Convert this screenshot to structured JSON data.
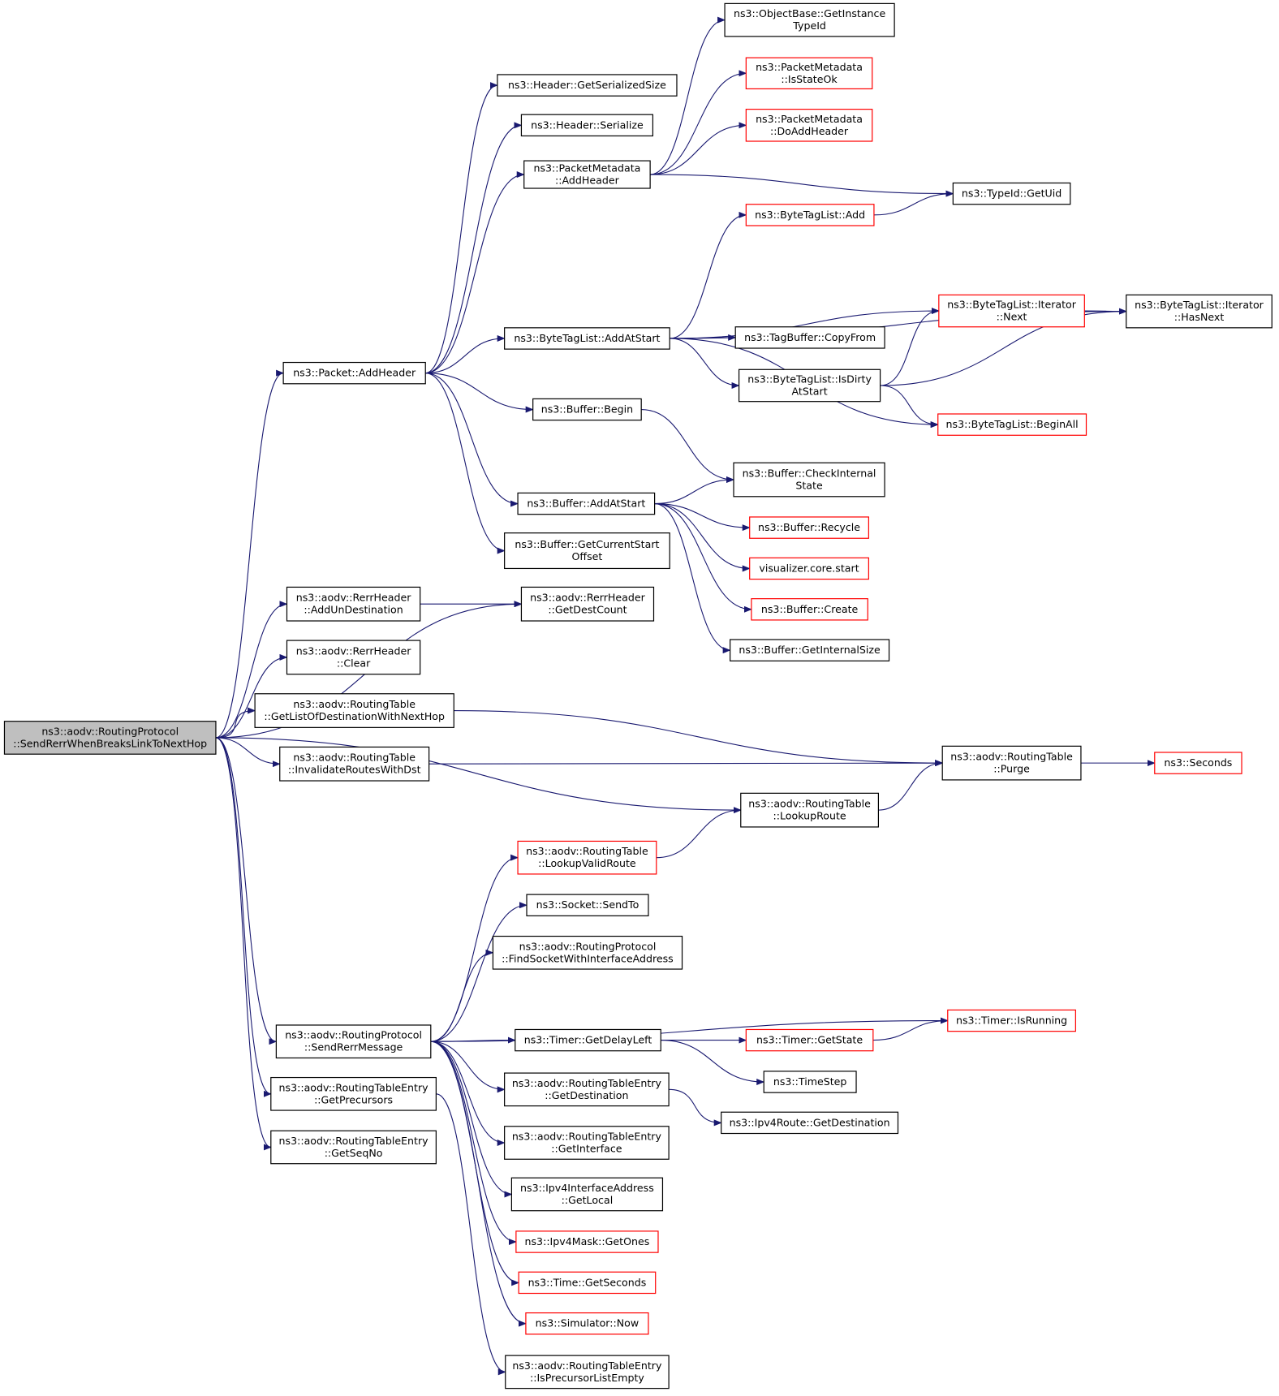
{
  "colors": {
    "edge": "#191970",
    "root_fill": "#bfbfbf",
    "node_border": "#000000",
    "truncated_border": "#ff0000",
    "node_fill": "#ffffff"
  },
  "nodes": [
    {
      "id": "root",
      "lines": [
        "ns3::aodv::RoutingProtocol",
        "::SendRerrWhenBreaksLinkToNextHop"
      ],
      "style": "root"
    },
    {
      "id": "packet_addheader",
      "lines": [
        "ns3::Packet::AddHeader"
      ],
      "style": "normal"
    },
    {
      "id": "header_getserializedsize",
      "lines": [
        "ns3::Header::GetSerializedSize"
      ],
      "style": "normal"
    },
    {
      "id": "header_serialize",
      "lines": [
        "ns3::Header::Serialize"
      ],
      "style": "normal"
    },
    {
      "id": "pm_addheader",
      "lines": [
        "ns3::PacketMetadata",
        "::AddHeader"
      ],
      "style": "normal"
    },
    {
      "id": "objectbase_getinstancetypeid",
      "lines": [
        "ns3::ObjectBase::GetInstance",
        "TypeId"
      ],
      "style": "normal"
    },
    {
      "id": "pm_isstateok",
      "lines": [
        "ns3::PacketMetadata",
        "::IsStateOk"
      ],
      "style": "truncated"
    },
    {
      "id": "pm_doaddheader",
      "lines": [
        "ns3::PacketMetadata",
        "::DoAddHeader"
      ],
      "style": "truncated"
    },
    {
      "id": "typeid_getuid",
      "lines": [
        "ns3::TypeId::GetUid"
      ],
      "style": "normal"
    },
    {
      "id": "btl_add",
      "lines": [
        "ns3::ByteTagList::Add"
      ],
      "style": "truncated"
    },
    {
      "id": "btl_addatstart",
      "lines": [
        "ns3::ByteTagList::AddAtStart"
      ],
      "style": "normal"
    },
    {
      "id": "btl_iter_next",
      "lines": [
        "ns3::ByteTagList::Iterator",
        "::Next"
      ],
      "style": "truncated"
    },
    {
      "id": "btl_iter_hasnext",
      "lines": [
        "ns3::ByteTagList::Iterator",
        "::HasNext"
      ],
      "style": "normal"
    },
    {
      "id": "tagbuffer_copyfrom",
      "lines": [
        "ns3::TagBuffer::CopyFrom"
      ],
      "style": "normal"
    },
    {
      "id": "btl_isdirtyatstart",
      "lines": [
        "ns3::ByteTagList::IsDirty",
        "AtStart"
      ],
      "style": "normal"
    },
    {
      "id": "btl_beginall",
      "lines": [
        "ns3::ByteTagList::BeginAll"
      ],
      "style": "truncated"
    },
    {
      "id": "buffer_begin",
      "lines": [
        "ns3::Buffer::Begin"
      ],
      "style": "normal"
    },
    {
      "id": "buffer_checkinternalstate",
      "lines": [
        "ns3::Buffer::CheckInternal",
        "State"
      ],
      "style": "normal"
    },
    {
      "id": "buffer_addatstart",
      "lines": [
        "ns3::Buffer::AddAtStart"
      ],
      "style": "normal"
    },
    {
      "id": "buffer_recycle",
      "lines": [
        "ns3::Buffer::Recycle"
      ],
      "style": "truncated"
    },
    {
      "id": "visualizer_core_start",
      "lines": [
        "visualizer.core.start"
      ],
      "style": "truncated"
    },
    {
      "id": "buffer_create",
      "lines": [
        "ns3::Buffer::Create"
      ],
      "style": "truncated"
    },
    {
      "id": "buffer_getinternalsize",
      "lines": [
        "ns3::Buffer::GetInternalSize"
      ],
      "style": "normal"
    },
    {
      "id": "buffer_getcurrentstartoffset",
      "lines": [
        "ns3::Buffer::GetCurrentStart",
        "Offset"
      ],
      "style": "normal"
    },
    {
      "id": "rerr_addundestination",
      "lines": [
        "ns3::aodv::RerrHeader",
        "::AddUnDestination"
      ],
      "style": "normal"
    },
    {
      "id": "rerr_getdestcount",
      "lines": [
        "ns3::aodv::RerrHeader",
        "::GetDestCount"
      ],
      "style": "normal"
    },
    {
      "id": "rerr_clear",
      "lines": [
        "ns3::aodv::RerrHeader",
        "::Clear"
      ],
      "style": "normal"
    },
    {
      "id": "rt_getlistofdest",
      "lines": [
        "ns3::aodv::RoutingTable",
        "::GetListOfDestinationWithNextHop"
      ],
      "style": "normal"
    },
    {
      "id": "rt_invalidateroutes",
      "lines": [
        "ns3::aodv::RoutingTable",
        "::InvalidateRoutesWithDst"
      ],
      "style": "normal"
    },
    {
      "id": "rt_purge",
      "lines": [
        "ns3::aodv::RoutingTable",
        "::Purge"
      ],
      "style": "normal"
    },
    {
      "id": "seconds",
      "lines": [
        "ns3::Seconds"
      ],
      "style": "truncated"
    },
    {
      "id": "rt_lookuproute",
      "lines": [
        "ns3::aodv::RoutingTable",
        "::LookupRoute"
      ],
      "style": "normal"
    },
    {
      "id": "rt_lookupvalidroute",
      "lines": [
        "ns3::aodv::RoutingTable",
        "::LookupValidRoute"
      ],
      "style": "truncated"
    },
    {
      "id": "socket_sendto",
      "lines": [
        "ns3::Socket::SendTo"
      ],
      "style": "normal"
    },
    {
      "id": "rp_findsocket",
      "lines": [
        "ns3::aodv::RoutingProtocol",
        "::FindSocketWithInterfaceAddress"
      ],
      "style": "normal"
    },
    {
      "id": "timer_isrunning",
      "lines": [
        "ns3::Timer::IsRunning"
      ],
      "style": "truncated"
    },
    {
      "id": "rp_sendrerrmessage",
      "lines": [
        "ns3::aodv::RoutingProtocol",
        "::SendRerrMessage"
      ],
      "style": "normal"
    },
    {
      "id": "timer_getdelayleft",
      "lines": [
        "ns3::Timer::GetDelayLeft"
      ],
      "style": "normal"
    },
    {
      "id": "timer_getstate",
      "lines": [
        "ns3::Timer::GetState"
      ],
      "style": "truncated"
    },
    {
      "id": "timestep",
      "lines": [
        "ns3::TimeStep"
      ],
      "style": "normal"
    },
    {
      "id": "rte_getdestination",
      "lines": [
        "ns3::aodv::RoutingTableEntry",
        "::GetDestination"
      ],
      "style": "normal"
    },
    {
      "id": "ipv4route_getdestination",
      "lines": [
        "ns3::Ipv4Route::GetDestination"
      ],
      "style": "normal"
    },
    {
      "id": "rte_getprecursors",
      "lines": [
        "ns3::aodv::RoutingTableEntry",
        "::GetPrecursors"
      ],
      "style": "normal"
    },
    {
      "id": "rte_getinterface",
      "lines": [
        "ns3::aodv::RoutingTableEntry",
        "::GetInterface"
      ],
      "style": "normal"
    },
    {
      "id": "rte_getseqno",
      "lines": [
        "ns3::aodv::RoutingTableEntry",
        "::GetSeqNo"
      ],
      "style": "normal"
    },
    {
      "id": "ipv4ifaddr_getlocal",
      "lines": [
        "ns3::Ipv4InterfaceAddress",
        "::GetLocal"
      ],
      "style": "normal"
    },
    {
      "id": "ipv4mask_getones",
      "lines": [
        "ns3::Ipv4Mask::GetOnes"
      ],
      "style": "truncated"
    },
    {
      "id": "time_getseconds",
      "lines": [
        "ns3::Time::GetSeconds"
      ],
      "style": "truncated"
    },
    {
      "id": "simulator_now",
      "lines": [
        "ns3::Simulator::Now"
      ],
      "style": "truncated"
    },
    {
      "id": "rte_isprecursorlistempty",
      "lines": [
        "ns3::aodv::RoutingTableEntry",
        "::IsPrecursorListEmpty"
      ],
      "style": "normal"
    }
  ],
  "edges": [
    [
      "root",
      "packet_addheader"
    ],
    [
      "root",
      "rerr_getdestcount"
    ],
    [
      "root",
      "rerr_addundestination"
    ],
    [
      "root",
      "rerr_clear"
    ],
    [
      "root",
      "rt_getlistofdest"
    ],
    [
      "root",
      "rt_invalidateroutes"
    ],
    [
      "root",
      "rt_lookuproute"
    ],
    [
      "root",
      "rp_sendrerrmessage"
    ],
    [
      "root",
      "rte_getprecursors"
    ],
    [
      "root",
      "rte_getseqno"
    ],
    [
      "packet_addheader",
      "header_getserializedsize"
    ],
    [
      "packet_addheader",
      "header_serialize"
    ],
    [
      "packet_addheader",
      "pm_addheader"
    ],
    [
      "packet_addheader",
      "btl_addatstart"
    ],
    [
      "packet_addheader",
      "buffer_begin"
    ],
    [
      "packet_addheader",
      "buffer_addatstart"
    ],
    [
      "packet_addheader",
      "buffer_getcurrentstartoffset"
    ],
    [
      "pm_addheader",
      "objectbase_getinstancetypeid"
    ],
    [
      "pm_addheader",
      "pm_isstateok"
    ],
    [
      "pm_addheader",
      "pm_doaddheader"
    ],
    [
      "pm_addheader",
      "typeid_getuid"
    ],
    [
      "btl_add",
      "typeid_getuid"
    ],
    [
      "btl_addatstart",
      "btl_add"
    ],
    [
      "btl_addatstart",
      "btl_iter_hasnext"
    ],
    [
      "btl_addatstart",
      "btl_iter_next"
    ],
    [
      "btl_addatstart",
      "tagbuffer_copyfrom"
    ],
    [
      "btl_addatstart",
      "btl_isdirtyatstart"
    ],
    [
      "btl_addatstart",
      "btl_beginall"
    ],
    [
      "btl_iter_next",
      "btl_iter_hasnext"
    ],
    [
      "btl_isdirtyatstart",
      "btl_iter_next"
    ],
    [
      "btl_isdirtyatstart",
      "btl_iter_hasnext"
    ],
    [
      "btl_isdirtyatstart",
      "btl_beginall"
    ],
    [
      "buffer_begin",
      "buffer_checkinternalstate"
    ],
    [
      "buffer_addatstart",
      "buffer_checkinternalstate"
    ],
    [
      "buffer_addatstart",
      "buffer_recycle"
    ],
    [
      "buffer_addatstart",
      "visualizer_core_start"
    ],
    [
      "buffer_addatstart",
      "buffer_create"
    ],
    [
      "buffer_addatstart",
      "buffer_getinternalsize"
    ],
    [
      "rerr_addundestination",
      "rerr_getdestcount"
    ],
    [
      "rt_getlistofdest",
      "rt_purge"
    ],
    [
      "rt_invalidateroutes",
      "rt_purge"
    ],
    [
      "rt_lookuproute",
      "rt_purge"
    ],
    [
      "rt_purge",
      "seconds"
    ],
    [
      "rt_lookupvalidroute",
      "rt_lookuproute"
    ],
    [
      "rp_sendrerrmessage",
      "rt_lookupvalidroute"
    ],
    [
      "rp_sendrerrmessage",
      "socket_sendto"
    ],
    [
      "rp_sendrerrmessage",
      "rp_findsocket"
    ],
    [
      "rp_sendrerrmessage",
      "timer_isrunning"
    ],
    [
      "rp_sendrerrmessage",
      "timer_getdelayleft"
    ],
    [
      "rp_sendrerrmessage",
      "rte_getdestination"
    ],
    [
      "rp_sendrerrmessage",
      "rte_getinterface"
    ],
    [
      "rp_sendrerrmessage",
      "ipv4ifaddr_getlocal"
    ],
    [
      "rp_sendrerrmessage",
      "ipv4mask_getones"
    ],
    [
      "rp_sendrerrmessage",
      "time_getseconds"
    ],
    [
      "rp_sendrerrmessage",
      "simulator_now"
    ],
    [
      "rte_getprecursors",
      "rte_isprecursorlistempty"
    ],
    [
      "timer_getdelayleft",
      "timer_getstate"
    ],
    [
      "timer_getdelayleft",
      "timestep"
    ],
    [
      "timer_getstate",
      "timer_isrunning"
    ],
    [
      "rte_getdestination",
      "ipv4route_getdestination"
    ]
  ]
}
